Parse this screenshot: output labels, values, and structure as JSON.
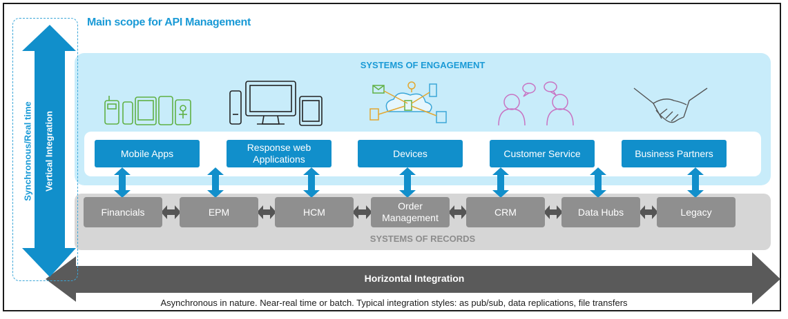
{
  "scope_title": "Main scope for API Management",
  "engagement": {
    "title": "SYSTEMS OF ENGAGEMENT",
    "icons": [
      "mobile-devices-icon",
      "desktop-computer-icon",
      "connected-devices-icon",
      "customers-chat-icon",
      "handshake-icon"
    ],
    "boxes": [
      "Mobile Apps",
      "Response web Applications",
      "Devices",
      "Customer Service",
      "Business Partners"
    ]
  },
  "records": {
    "title": "SYSTEMS OF RECORDS",
    "boxes": [
      "Financials",
      "EPM",
      "HCM",
      "Order Management",
      "CRM",
      "Data Hubs",
      "Legacy"
    ]
  },
  "vertical": {
    "label": "Vertical Integration",
    "sublabel": "Synchronous/Real time"
  },
  "horizontal": {
    "label": "Horizontal Integration",
    "footnote": "Asynchronous  in nature. Near-real time or batch. Typical integration styles: as pub/sub, data replications, file transfers"
  },
  "colors": {
    "accent_blue": "#118fcb",
    "engagement_bg": "#c8ecfa",
    "records_bg": "#d6d6d6",
    "record_box": "#8f8f8f",
    "horizontal_arrow": "#5a5a5a",
    "connector_dark": "#555555",
    "icon_green": "#5fb043",
    "icon_pink": "#c873c2"
  }
}
